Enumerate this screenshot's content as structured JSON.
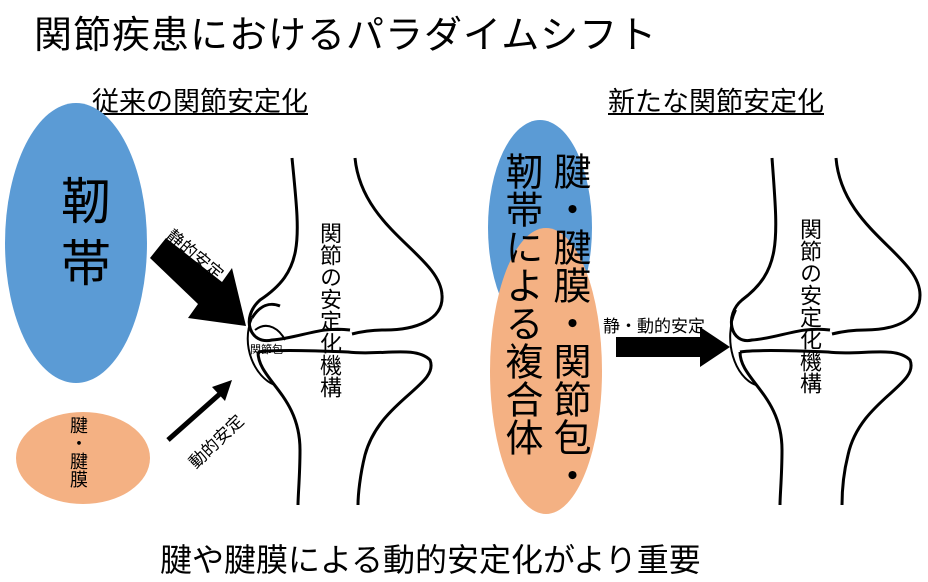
{
  "title": "関節疾患におけるパラダイムシフト",
  "left_panel": {
    "heading": "従来の関節安定化",
    "ligament_label": "靭帯",
    "tendon_label": "腱・腱膜",
    "static_arrow_label": "静的安定",
    "dynamic_arrow_label": "動的安定",
    "capsule_label": "関節包",
    "mechanism_label": "関節の安定化機構"
  },
  "right_panel": {
    "heading": "新たな関節安定化",
    "ligament_text": "靭帯による複合体",
    "tendon_text": "腱・腱膜・関節包・",
    "arrow_label": "静・動的安定",
    "mechanism_label": "関節の安定化機構"
  },
  "conclusion": "腱や腱膜による動的安定化がより重要",
  "colors": {
    "ligament_blue": "#5b9bd5",
    "tendon_orange": "#f4b183",
    "outline": "#000000",
    "background": "#ffffff"
  }
}
